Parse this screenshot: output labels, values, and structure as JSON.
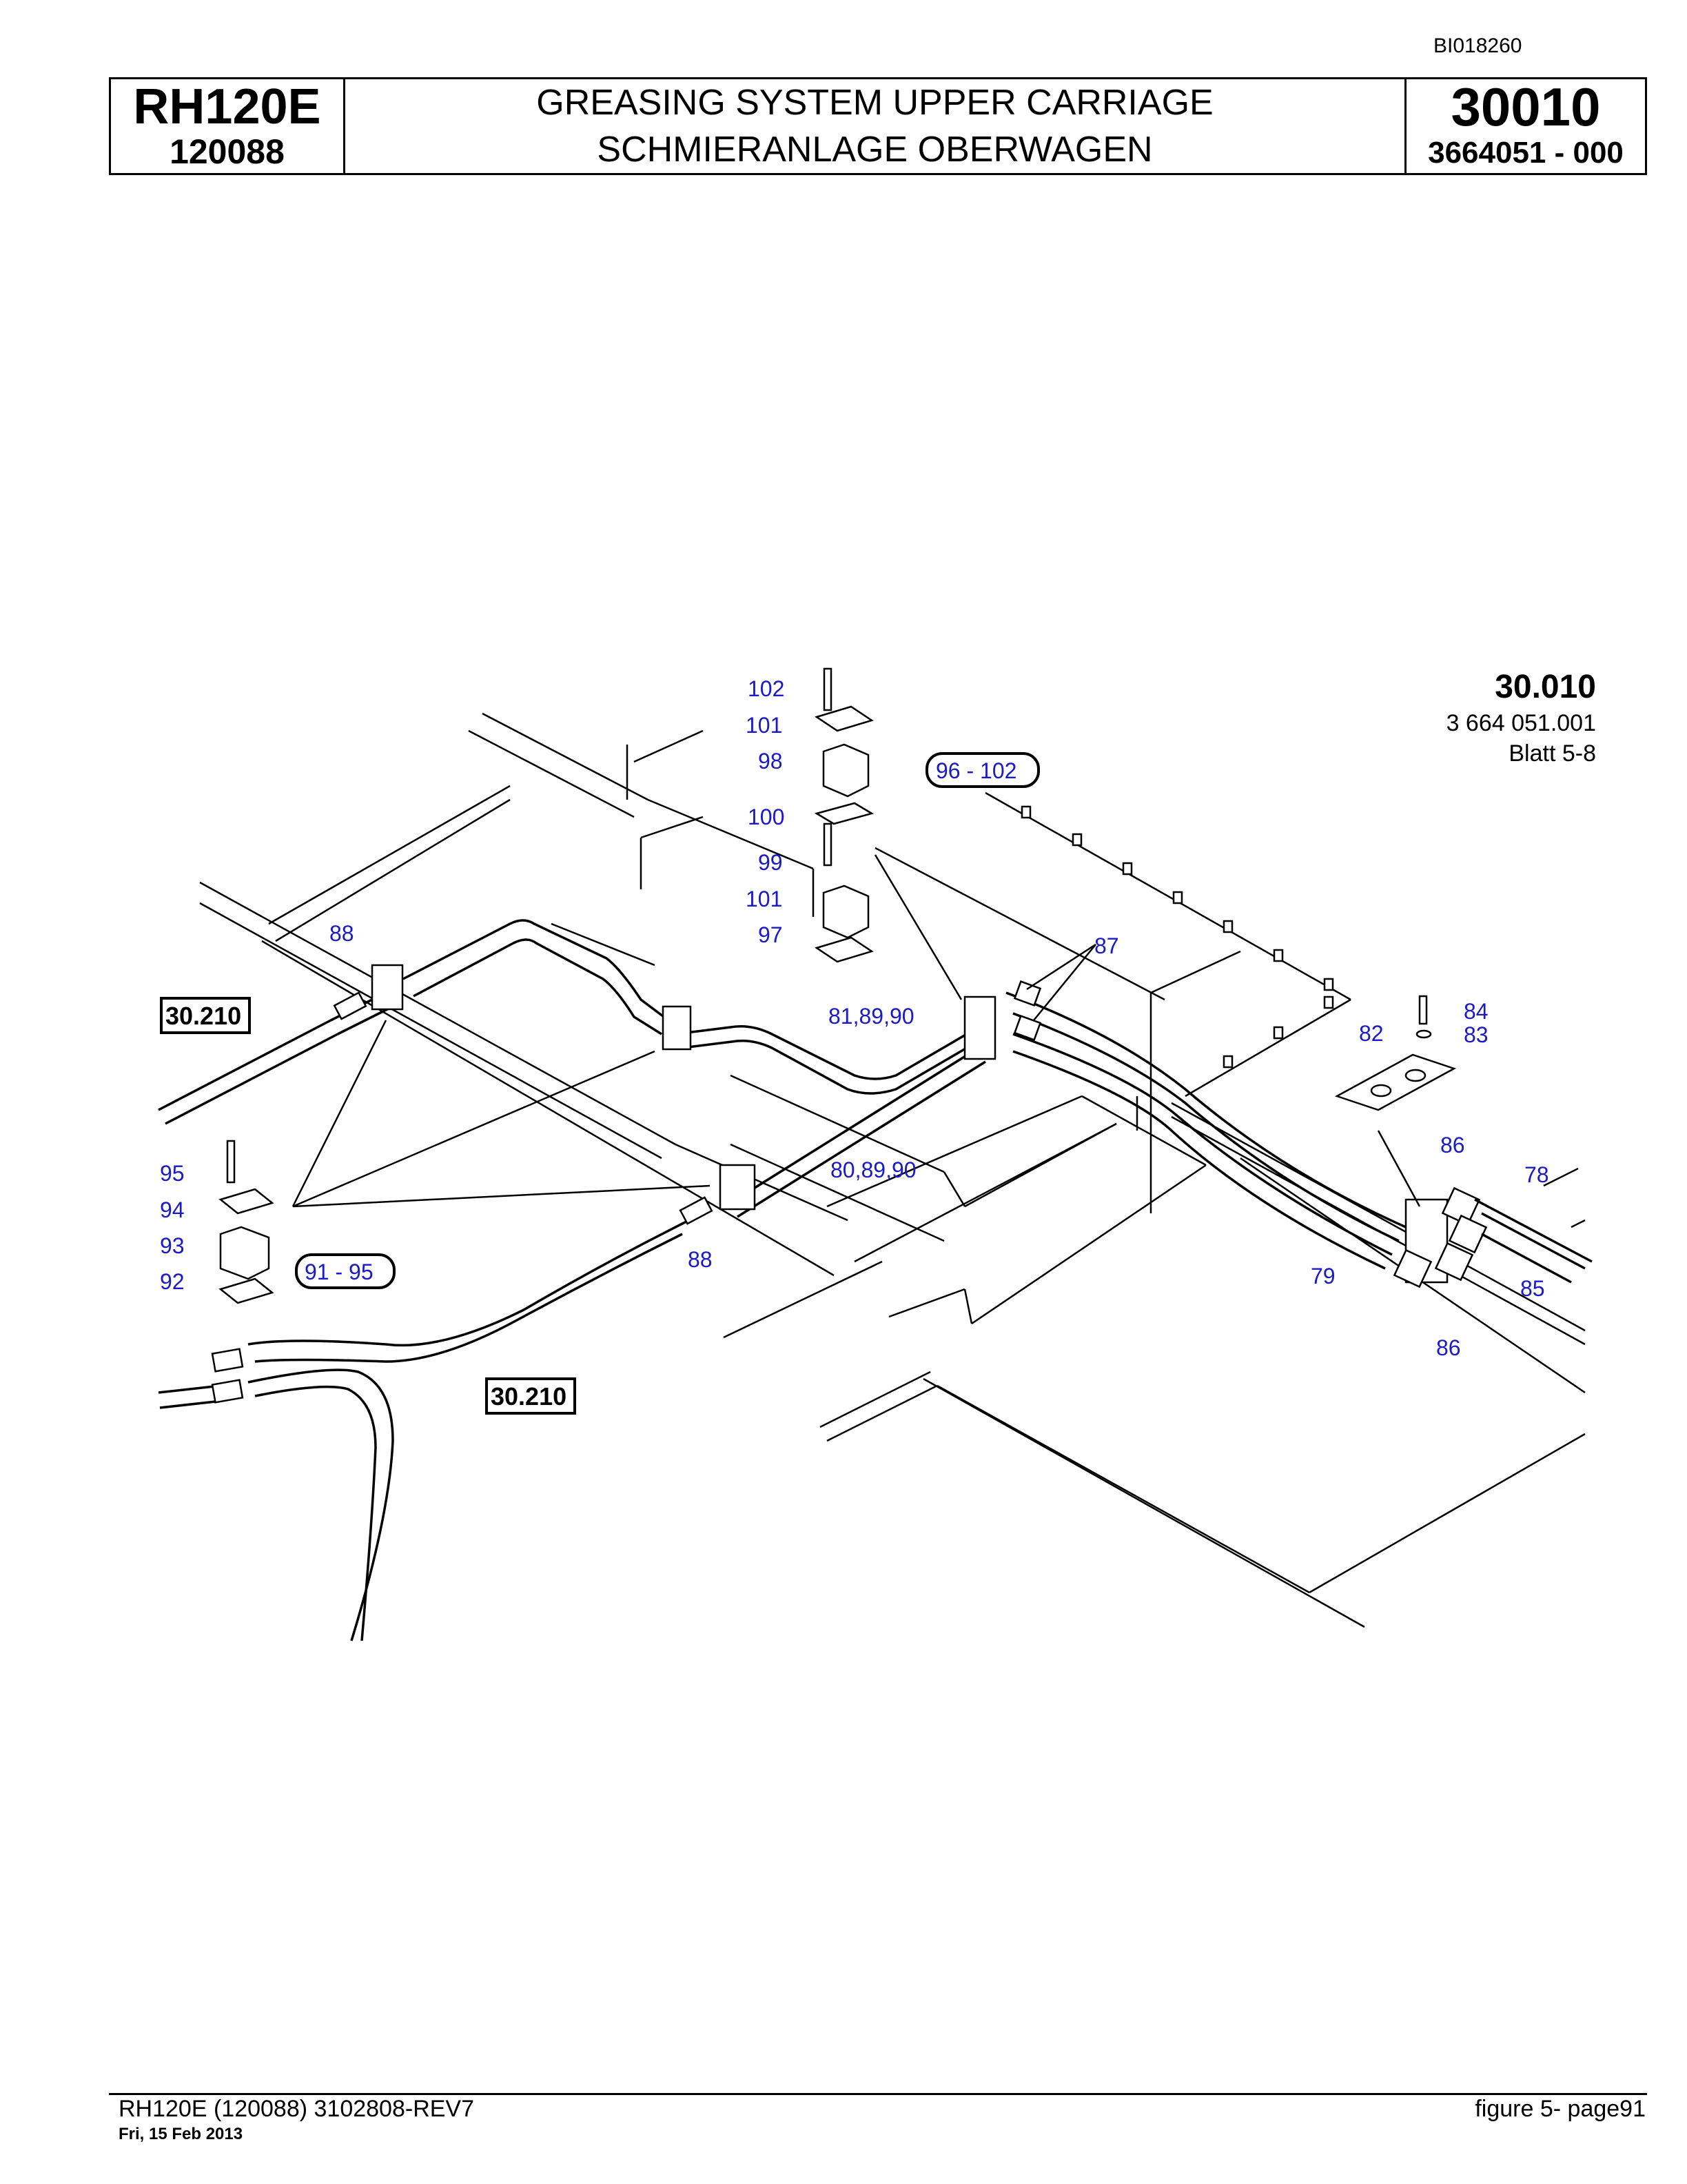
{
  "doc_id": "BI018260",
  "header": {
    "model": "RH120E",
    "serial": "120088",
    "title_en": "GREASING SYSTEM UPPER CARRIAGE",
    "title_de": "SCHMIERANLAGE OBERWAGEN",
    "group_code": "30010",
    "part_number": "3664051  - 000"
  },
  "diagram": {
    "ref_title": "30.010",
    "ref_number": "3 664 051.001",
    "ref_sheet": "Blatt 5-8",
    "callouts": [
      "102",
      "101",
      "98",
      "100",
      "99",
      "101",
      "97",
      "88",
      "81,89,90",
      "80,89,90",
      "87",
      "84",
      "83",
      "82",
      "86",
      "78",
      "85",
      "86",
      "79",
      "88",
      "95",
      "94",
      "93",
      "92"
    ],
    "group_labels": [
      "96 - 102",
      "91 - 95"
    ],
    "boxed_refs": [
      "30.210",
      "30.210"
    ]
  },
  "footer": {
    "left": "RH120E (120088) 3102808-REV7",
    "date": "Fri, 15 Feb 2013",
    "right": "figure  5- page91"
  }
}
